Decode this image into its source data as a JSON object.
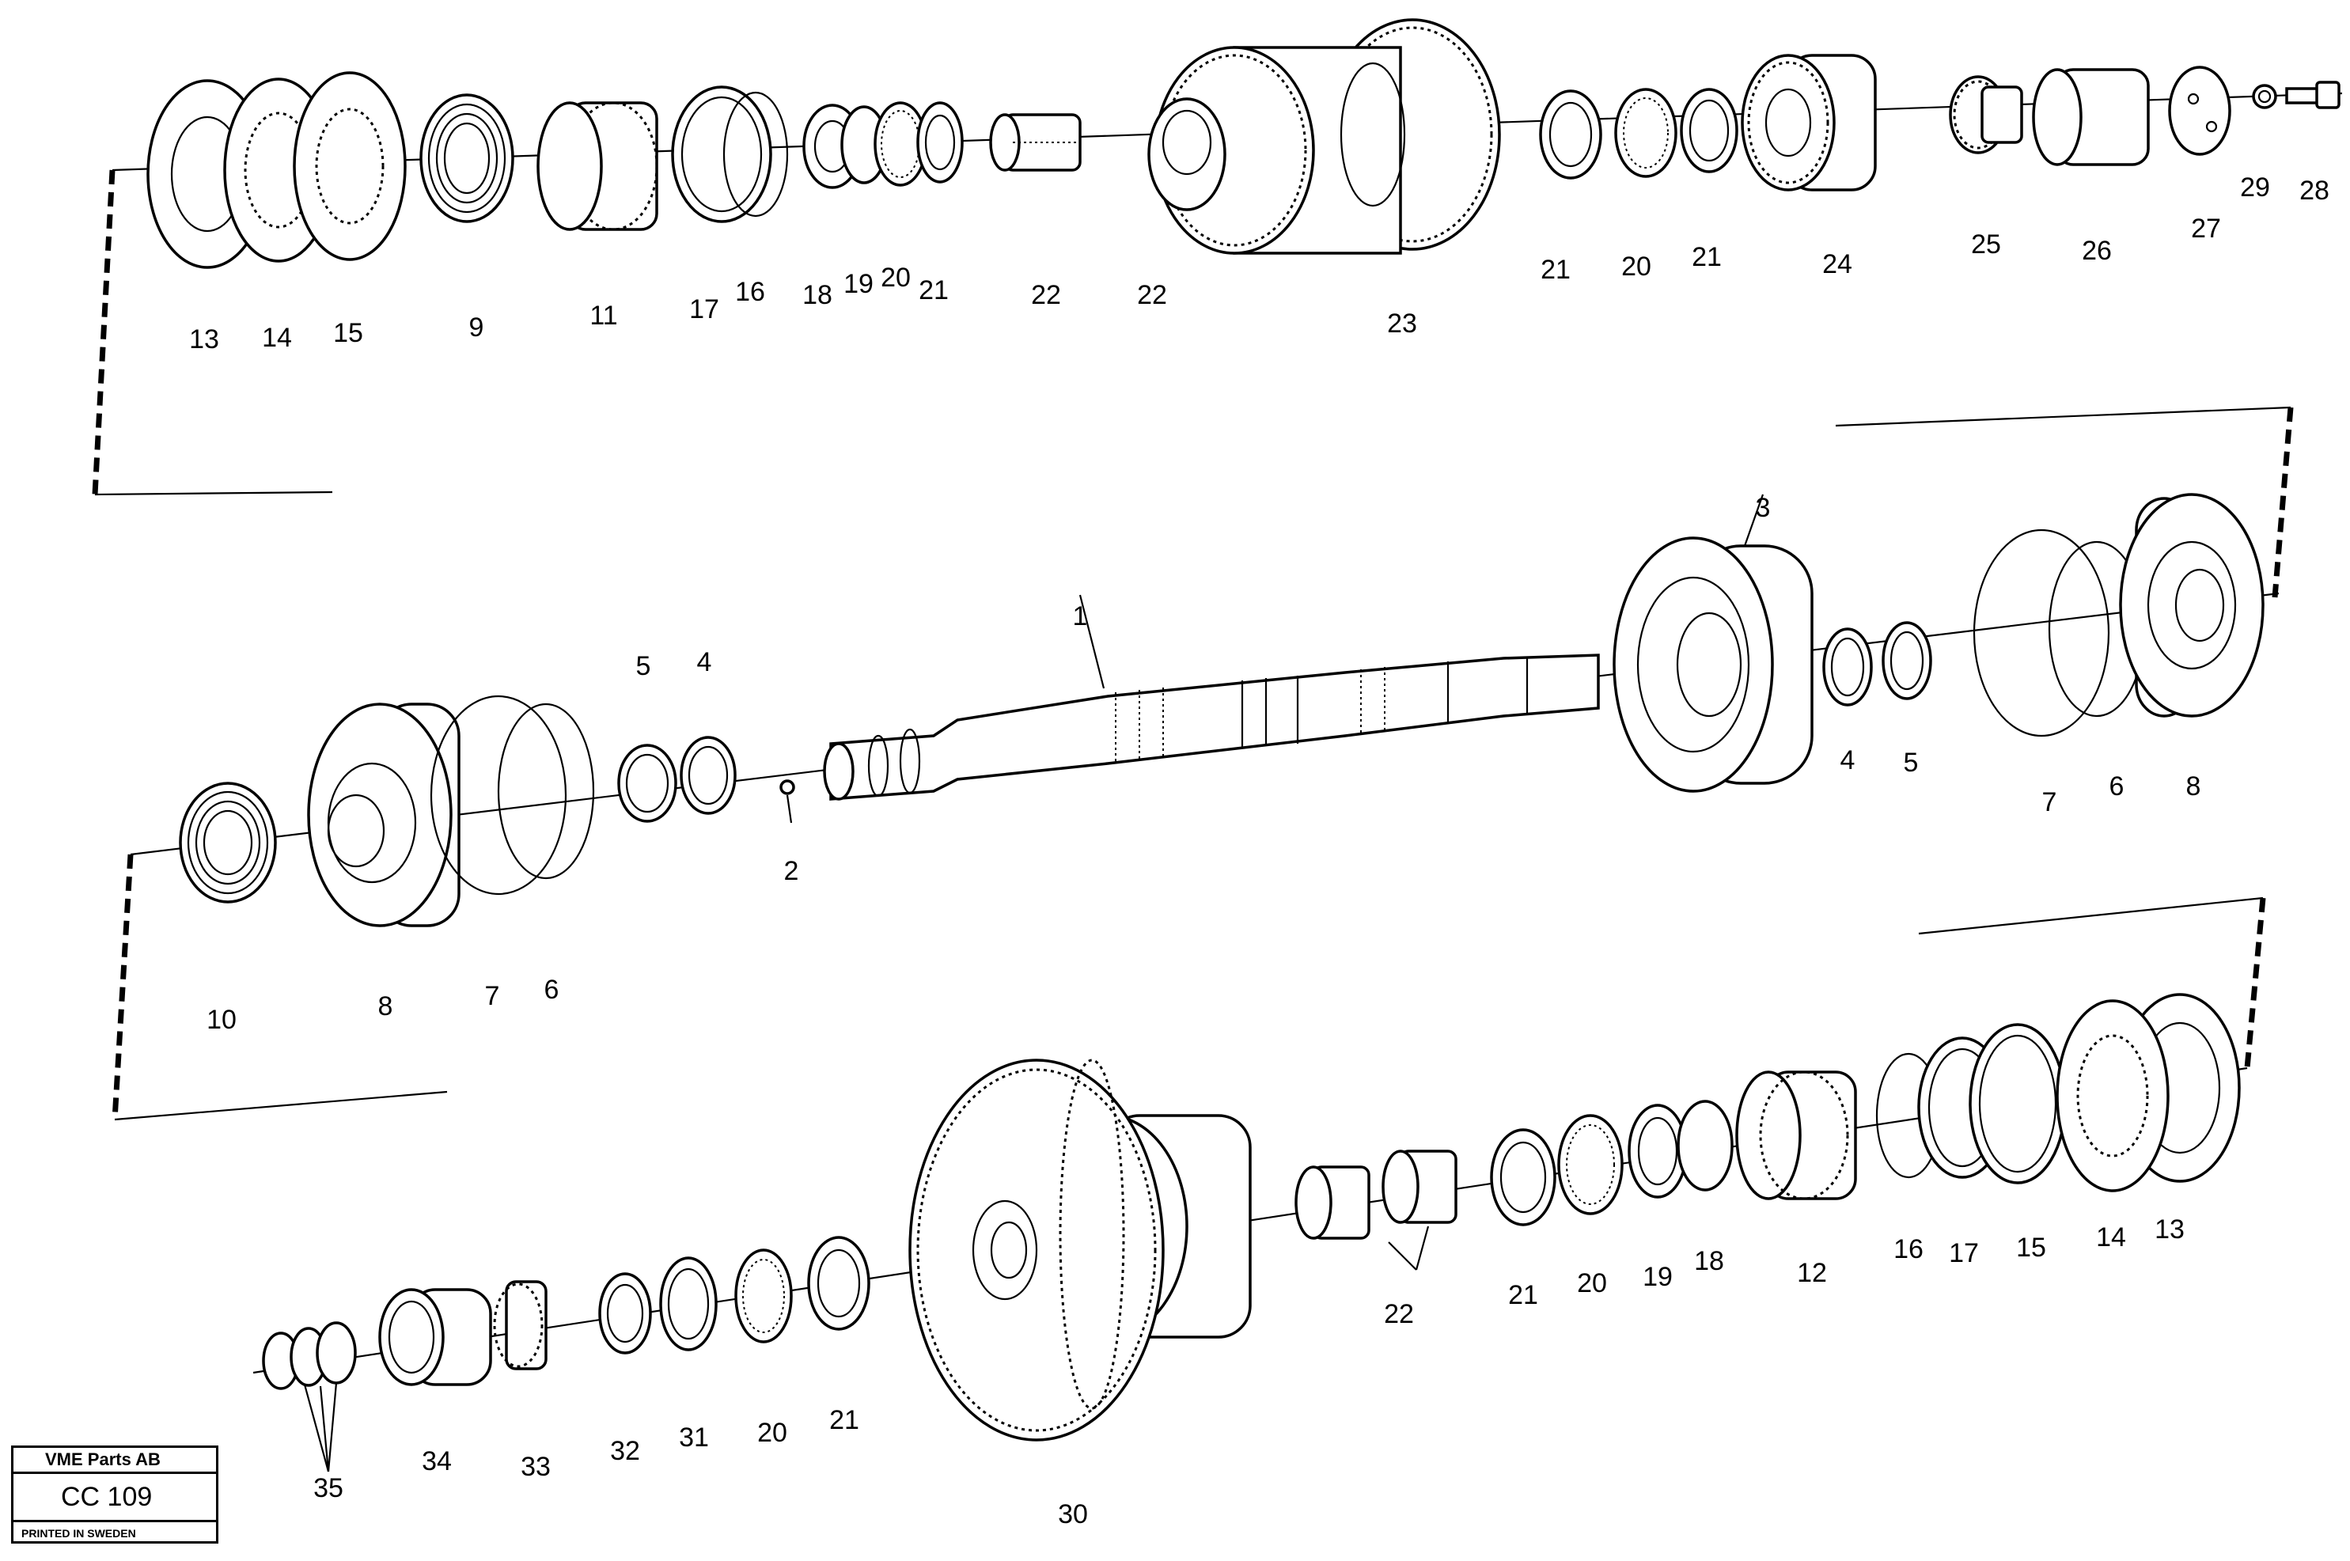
{
  "title_block": {
    "company": "VME Parts AB",
    "code": "CC 109",
    "printed": "PRINTED IN SWEDEN"
  },
  "rows": {
    "top": {
      "labels": [
        "13",
        "14",
        "15",
        "9",
        "11",
        "17",
        "16",
        "18",
        "19",
        "20",
        "21",
        "22",
        "22",
        "23",
        "21",
        "20",
        "21",
        "24",
        "25",
        "26",
        "27",
        "29",
        "28"
      ]
    },
    "middle": {
      "labels": [
        "1",
        "2",
        "3",
        "4",
        "5",
        "4",
        "5",
        "10",
        "8",
        "7",
        "6",
        "7",
        "6",
        "8"
      ]
    },
    "bottom": {
      "labels": [
        "35",
        "34",
        "33",
        "32",
        "31",
        "20",
        "21",
        "30",
        "22",
        "21",
        "20",
        "19",
        "18",
        "12",
        "16",
        "17",
        "15",
        "14",
        "13"
      ]
    }
  }
}
